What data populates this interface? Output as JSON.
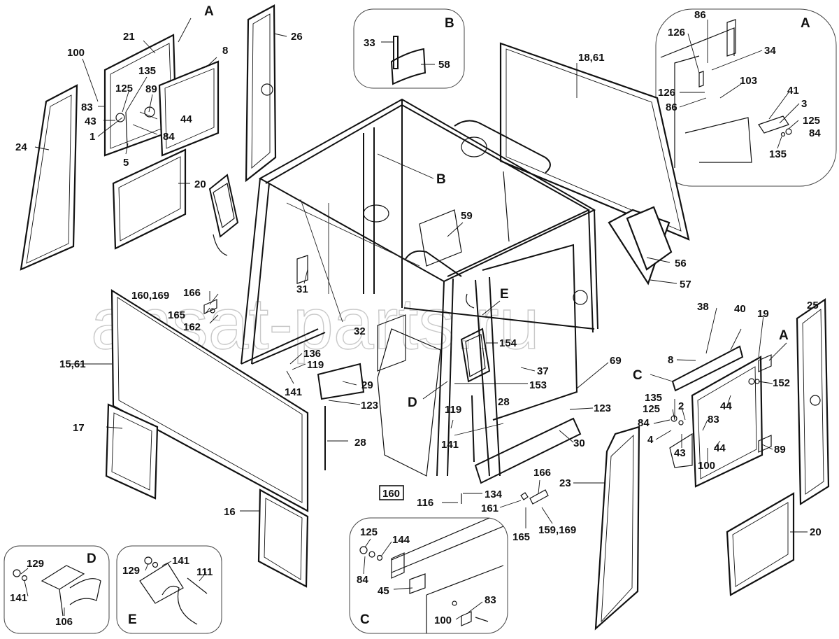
{
  "watermark": "ansat-parts.ru",
  "badge_160": "160",
  "details": {
    "A": "A",
    "B": "B",
    "C": "C",
    "D": "D",
    "E": "E"
  },
  "callouts": {
    "c_21": "21",
    "c_A1": "A",
    "c_100a": "100",
    "c_8a": "8",
    "c_135a": "135",
    "c_125a": "125",
    "c_89a": "89",
    "c_83a": "83",
    "c_43a": "43",
    "c_44a": "44",
    "c_1": "1",
    "c_84a": "84",
    "c_5": "5",
    "c_24": "24",
    "c_20a": "20",
    "c_26": "26",
    "c_33": "33",
    "c_58": "58",
    "c_1861": "18,61",
    "c_Bmain": "B",
    "c_59": "59",
    "c_31": "31",
    "c_32": "32",
    "c_56": "56",
    "c_57": "57",
    "c_Emain": "E",
    "c_154": "154",
    "c_37": "37",
    "c_153": "153",
    "c_Dmain": "D",
    "c_28a": "28",
    "c_69": "69",
    "c_160169": "160,169",
    "c_166a": "166",
    "c_165a": "165",
    "c_162": "162",
    "c_1561": "15,61",
    "c_136": "136",
    "c_119a": "119",
    "c_141a": "141",
    "c_29": "29",
    "c_123a": "123",
    "c_28b": "28",
    "c_17": "17",
    "c_16": "16",
    "c_119b": "119",
    "c_141b": "141",
    "c_123b": "123",
    "c_30": "30",
    "c_134": "134",
    "c_116": "116",
    "c_161": "161",
    "c_166b": "166",
    "c_165b": "165",
    "c_159169": "159,169",
    "c_23": "23",
    "c_86a": "86",
    "c_126a": "126",
    "c_34": "34",
    "c_103": "103",
    "c_126b": "126",
    "c_41": "41",
    "c_3": "3",
    "c_86b": "86",
    "c_125b": "125",
    "c_84b": "84",
    "c_135b": "135",
    "c_38": "38",
    "c_40": "40",
    "c_19": "19",
    "c_8b": "8",
    "c_Cmain": "C",
    "c_A2": "A",
    "c_152": "152",
    "c_135c": "135",
    "c_125c": "125",
    "c_2": "2",
    "c_84c": "84",
    "c_83b": "83",
    "c_4": "4",
    "c_43b": "43",
    "c_44b": "44",
    "c_44c": "44",
    "c_100b": "100",
    "c_89b": "89",
    "c_25": "25",
    "c_20b": "20",
    "c_129a": "129",
    "c_141c": "141",
    "c_106": "106",
    "c_129b": "129",
    "c_141d": "141",
    "c_111": "111",
    "c_125d": "125",
    "c_144": "144",
    "c_84d": "84",
    "c_45": "45",
    "c_83c": "83",
    "c_100c": "100"
  }
}
